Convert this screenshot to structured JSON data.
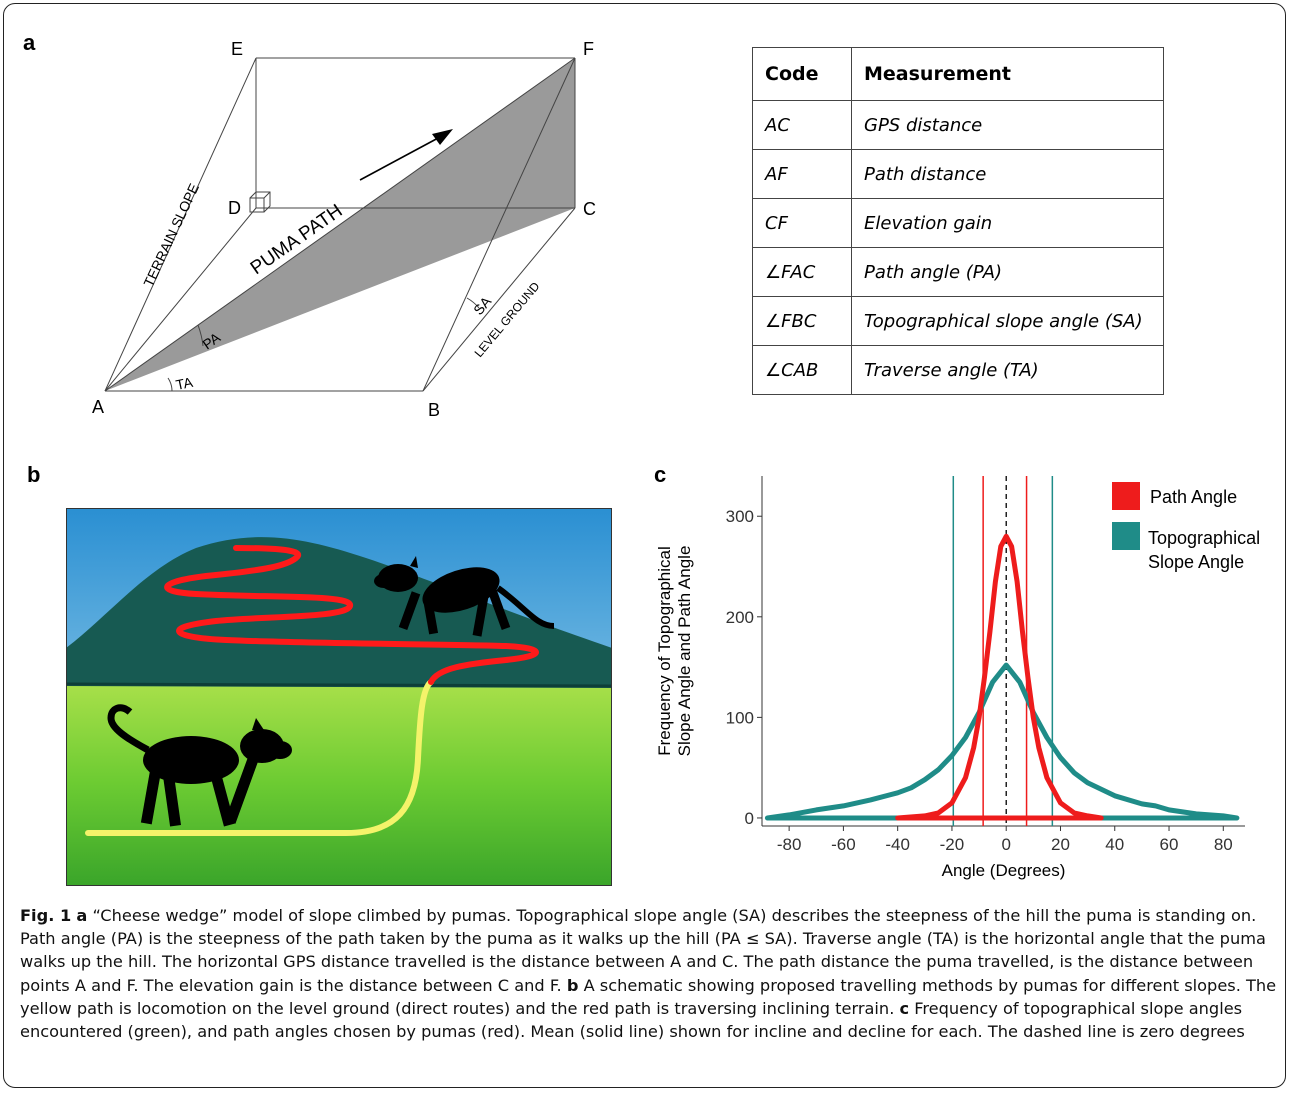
{
  "panels": {
    "a": "a",
    "b": "b",
    "c": "c"
  },
  "diagram": {
    "points": {
      "A": "A",
      "B": "B",
      "C": "C",
      "D": "D",
      "E": "E",
      "F": "F"
    },
    "labels": {
      "terrain_slope": "TERRAIN SLOPE",
      "puma_path": "PUMA PATH",
      "level_ground": "LEVEL GROUND",
      "sa": "SA",
      "pa": "PA",
      "ta": "TA"
    }
  },
  "table": {
    "headers": [
      "Code",
      "Measurement"
    ],
    "rows": [
      [
        "AC",
        "GPS distance"
      ],
      [
        "AF",
        "Path distance"
      ],
      [
        "CF",
        "Elevation gain"
      ],
      [
        "∠FAC",
        "Path angle (PA)"
      ],
      [
        "∠FBC",
        "Topographical slope angle (SA)"
      ],
      [
        "∠CAB",
        "Traverse angle (TA)"
      ]
    ]
  },
  "colors": {
    "sky": "#3aa0d8",
    "hill": "#175a52",
    "grass": "#5ec52e",
    "red_path": "#ff1a1a",
    "yellow_path": "#f4f36a",
    "path_angle": "#ee1c1c",
    "slope_angle": "#1f8c88"
  },
  "chart_data": {
    "type": "line",
    "title": "",
    "xlabel": "Angle (Degrees)",
    "ylabel": "Frequency of Topographical Slope Angle and Path Angle",
    "xlim": [
      -90,
      88
    ],
    "ylim": [
      -8,
      340
    ],
    "xticks": [
      -80,
      -60,
      -40,
      -20,
      0,
      20,
      40,
      60,
      80
    ],
    "yticks": [
      0,
      100,
      200,
      300
    ],
    "legend_position": "top-right",
    "series": [
      {
        "name": "Path Angle",
        "color": "#ee1c1c",
        "x": [
          -40,
          -30,
          -25,
          -20,
          -15,
          -12,
          -10,
          -8,
          -6,
          -4,
          -2,
          0,
          2,
          4,
          6,
          8,
          10,
          12,
          15,
          20,
          25,
          30,
          35
        ],
        "y": [
          0,
          2,
          5,
          15,
          40,
          70,
          100,
          140,
          185,
          235,
          270,
          280,
          270,
          235,
          185,
          140,
          100,
          70,
          40,
          15,
          5,
          2,
          0
        ]
      },
      {
        "name": "Topographical Slope Angle",
        "color": "#1f8c88",
        "x": [
          -88,
          -80,
          -70,
          -65,
          -60,
          -50,
          -40,
          -35,
          -30,
          -25,
          -20,
          -15,
          -10,
          -5,
          0,
          5,
          10,
          15,
          20,
          25,
          30,
          40,
          50,
          55,
          60,
          70,
          80,
          85
        ],
        "y": [
          0,
          3,
          8,
          10,
          12,
          18,
          25,
          30,
          38,
          48,
          62,
          80,
          105,
          135,
          152,
          135,
          105,
          80,
          60,
          45,
          35,
          22,
          14,
          12,
          8,
          4,
          2,
          0
        ]
      }
    ],
    "mean_lines": {
      "path_angle": [
        -8.5,
        7.5
      ],
      "slope_angle": [
        -19.5,
        17
      ]
    },
    "zero_line": 0
  },
  "caption": {
    "fig_label": "Fig. 1",
    "a_label": "a",
    "a_text": " “Cheese wedge” model of slope climbed by pumas. Topographical slope angle (SA) describes the steepness of the hill the puma is standing on. Path angle (PA) is the steepness of the path taken by the puma as it walks up the hill (PA ≤ SA). Traverse angle (TA) is the horizontal angle that the puma walks up the hill. The horizontal GPS distance travelled is the distance between A and C. The path distance the puma travelled, is the distance between points A and F. The elevation gain is the distance between C and F. ",
    "b_label": "b",
    "b_text": " A schematic showing proposed travelling methods by pumas for different slopes. The yellow path is locomotion on the level ground (direct routes) and the red path is traversing inclining terrain. ",
    "c_label": "c",
    "c_text": " Frequency of topographical slope angles encountered (green), and path angles chosen by pumas (red). Mean (solid line) shown for incline and decline for each. The dashed line is zero degrees"
  }
}
